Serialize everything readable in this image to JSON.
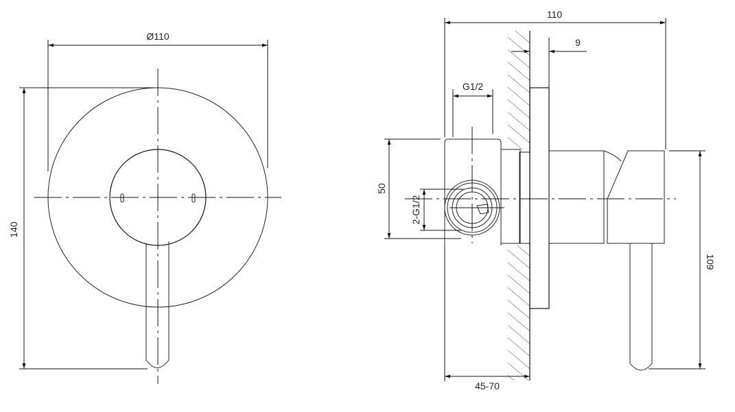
{
  "front_view": {
    "diameter_label": "Ø110",
    "height_label": "140"
  },
  "side_view": {
    "depth_label": "110",
    "plate_label": "9",
    "inlet_spacing_label": "G1/2",
    "body_height_label": "50",
    "inlet_thread_label": "2-G1/2",
    "wall_depth_label": "45-70",
    "total_height_label": "109"
  }
}
